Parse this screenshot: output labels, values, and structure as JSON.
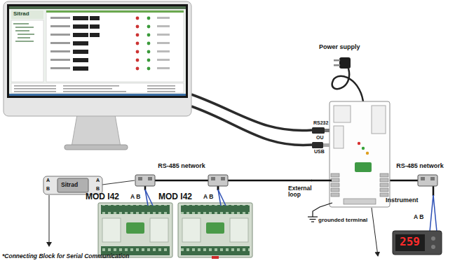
{
  "diagram": {
    "nodes": [
      {
        "text": [
          "Sitrad"
        ]
      },
      {
        "text": [
          "RS232",
          "OU",
          "USB"
        ]
      },
      {
        "text": [
          "MOD I42"
        ]
      },
      {
        "text": [
          "MOD I42"
        ]
      },
      {
        "text": [
          "Instrument",
          "259"
        ]
      },
      {
        "text": [
          "Sitrad"
        ]
      }
    ],
    "edges": [
      {
        "from": 0,
        "to": 1,
        "arrow": "none"
      },
      {
        "from": 0,
        "to": 1,
        "arrow": "none"
      },
      {
        "from": 1,
        "to": 3,
        "arrow": "none"
      },
      {
        "from": 3,
        "to": 2,
        "label": "RS-485 network",
        "arrow": "none"
      },
      {
        "from": 1,
        "to": 4,
        "label": "RS-485 network",
        "arrow": "none"
      }
    ],
    "labels": [
      "Power supply",
      "External loop",
      "grounded terminal",
      "A B",
      "A B",
      "A B",
      "A",
      "B",
      "A",
      "B",
      "*Connecting Block for Serial Communication"
    ]
  }
}
